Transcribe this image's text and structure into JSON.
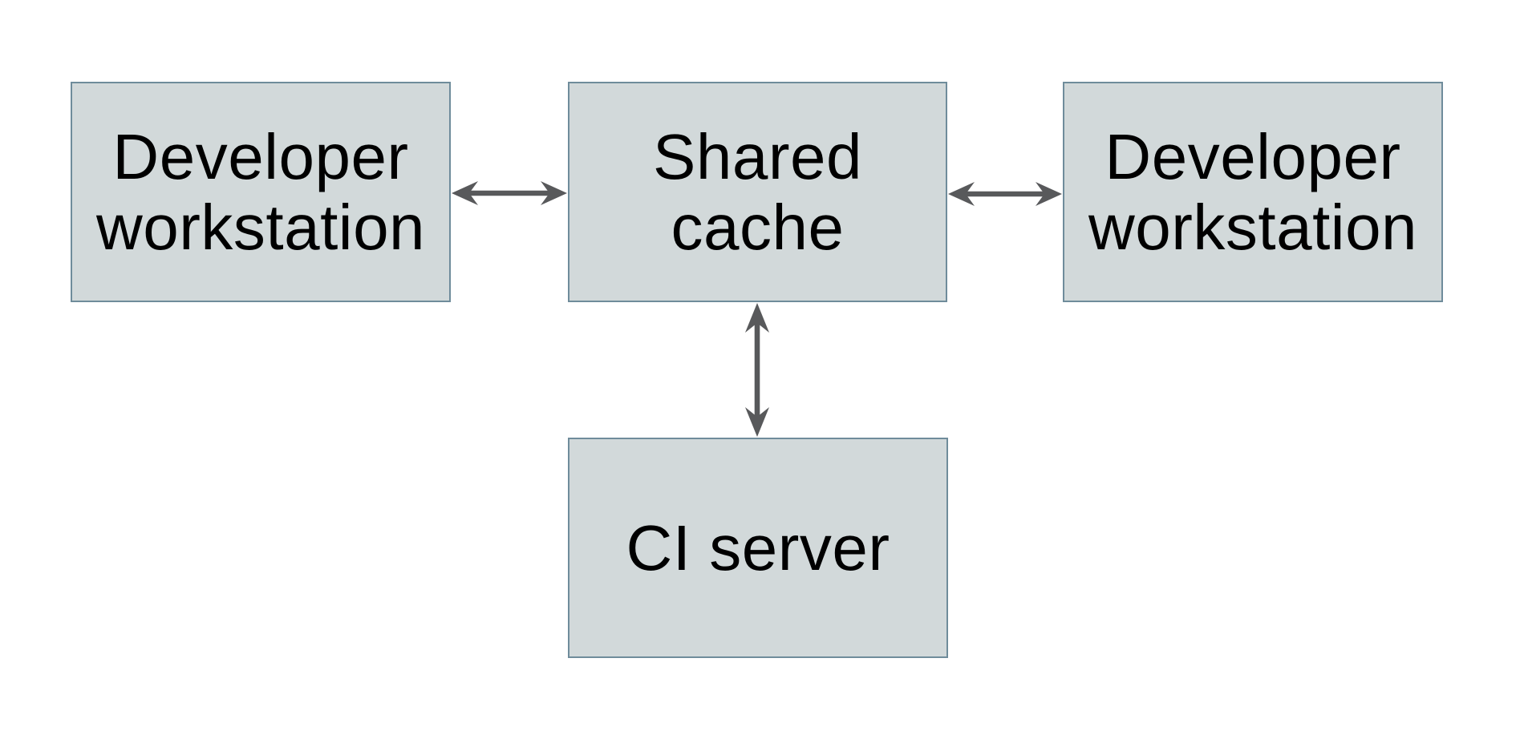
{
  "diagram": {
    "type": "architecture-diagram",
    "background": "#ffffff",
    "colors": {
      "node_fill": "#d2d9da",
      "node_border": "#6f8c9b",
      "arrow": "#58595b",
      "text": "#000000"
    },
    "nodes": [
      {
        "id": "developer-workstation-left",
        "label": "Developer workstation",
        "line1": "Developer",
        "line2": "workstation"
      },
      {
        "id": "shared-cache",
        "label": "Shared cache",
        "line1": "Shared",
        "line2": "cache"
      },
      {
        "id": "developer-workstation-right",
        "label": "Developer workstation",
        "line1": "Developer",
        "line2": "workstation"
      },
      {
        "id": "ci-server",
        "label": "CI server",
        "line1": "CI server"
      }
    ],
    "edges": [
      {
        "from": "developer-workstation-left",
        "to": "shared-cache",
        "direction": "bidirectional",
        "orientation": "horizontal"
      },
      {
        "from": "shared-cache",
        "to": "developer-workstation-right",
        "direction": "bidirectional",
        "orientation": "horizontal"
      },
      {
        "from": "shared-cache",
        "to": "ci-server",
        "direction": "bidirectional",
        "orientation": "vertical"
      }
    ]
  }
}
